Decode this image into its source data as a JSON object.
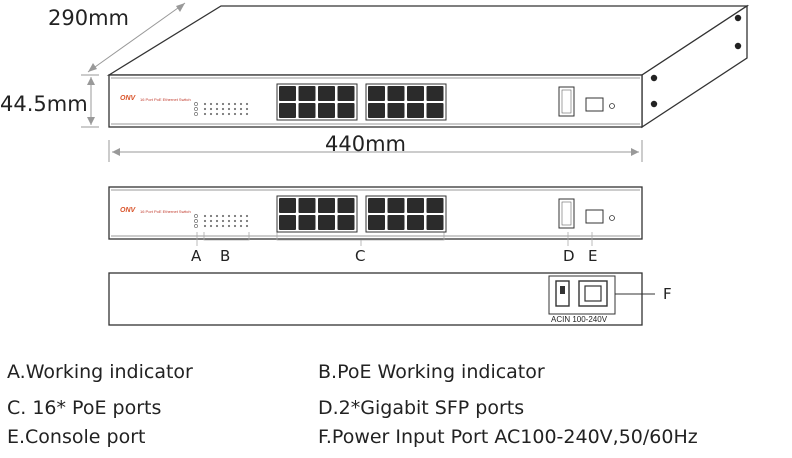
{
  "dimensions": {
    "depth": "290mm",
    "height": "44.5mm",
    "width": "440mm"
  },
  "front_panel": {
    "brand": "ONV",
    "tagline": "16 Port PoE Ethernet Switch"
  },
  "rear_panel": {
    "power_label": "ACIN 100-240V"
  },
  "callouts": {
    "a": "A",
    "b": "B",
    "c": "C",
    "d": "D",
    "e": "E",
    "f": "F"
  },
  "legend": {
    "a": "A.Working indicator",
    "b": "B.PoE Working indicator",
    "c": "C. 16* PoE ports",
    "d": "D.2*Gigabit SFP ports",
    "e": "E.Console port",
    "f": "F.Power Input Port AC100-240V,50/60Hz"
  },
  "colors": {
    "outline": "#333333",
    "port": "#2b2b2b",
    "brand": "#d9542b"
  }
}
